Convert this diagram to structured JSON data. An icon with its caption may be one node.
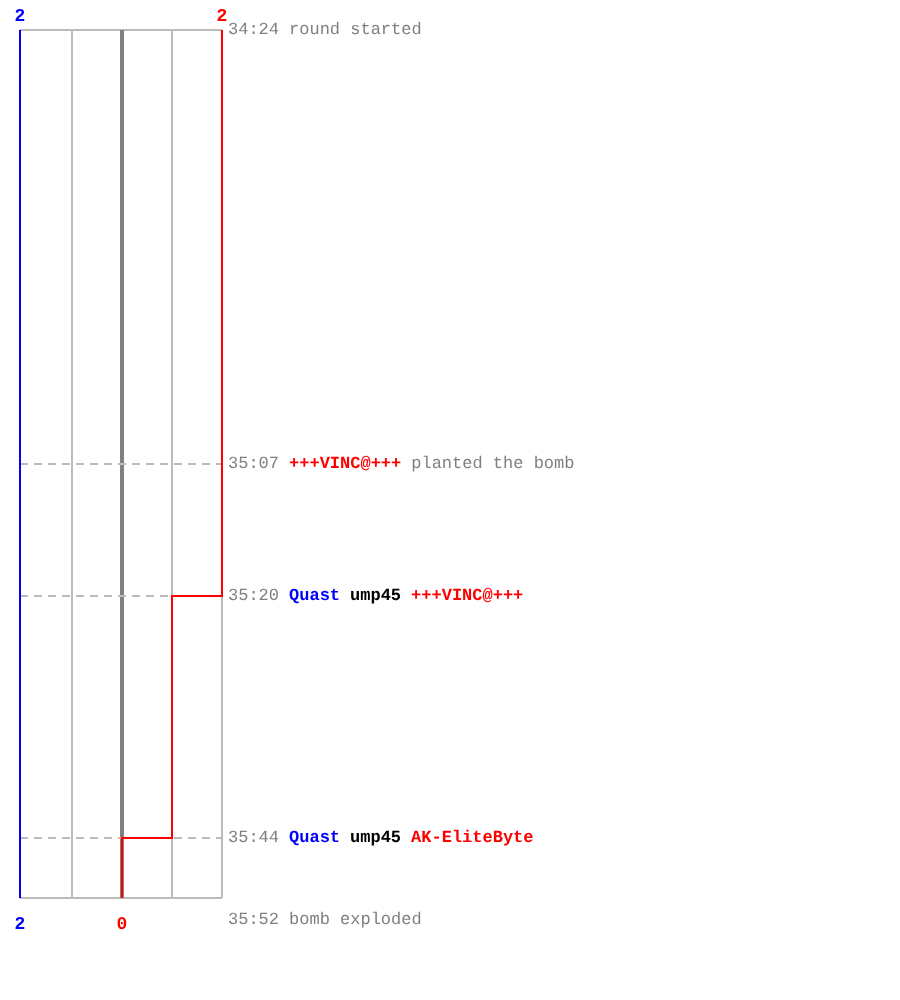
{
  "diagram": {
    "labels": [
      "2",
      "2",
      "34:24",
      "round started",
      "35:07",
      "+++VINC@+++",
      "planted the bomb",
      "35:20",
      "Quast",
      "ump45",
      "+++VINC@+++",
      "35:44",
      "Quast",
      "ump45",
      "AK-EliteByte",
      "2",
      "0",
      "35:52",
      "bomb exploded"
    ]
  }
}
